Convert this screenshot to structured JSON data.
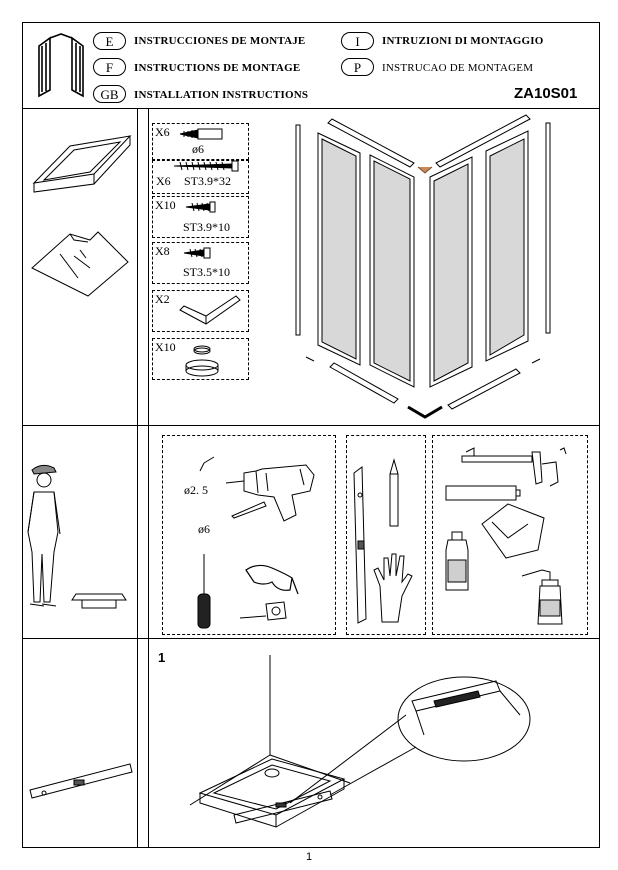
{
  "header": {
    "languages": [
      {
        "code": "E",
        "title": "INSTRUCCIONES DE MONTAJE"
      },
      {
        "code": "F",
        "title": "INSTRUCTIONS DE MONTAGE"
      },
      {
        "code": "GB",
        "title": "INSTALLATION INSTRUCTIONS"
      },
      {
        "code": "I",
        "title": "INTRUZIONI DI MONTAGGIO"
      },
      {
        "code": "P",
        "title": "INSTRUCAO DE MONTAGEM"
      }
    ],
    "model": "ZA10S01"
  },
  "parts": [
    {
      "qty": "X6",
      "spec": "ø6"
    },
    {
      "qty": "X6",
      "spec": "ST3.9*32"
    },
    {
      "qty": "X10",
      "spec": "ST3.9*10"
    },
    {
      "qty": "X8",
      "spec": "ST3.5*10"
    },
    {
      "qty": "X2",
      "spec": ""
    },
    {
      "qty": "X10",
      "spec": ""
    }
  ],
  "tools": {
    "drill_bit_a": "ø2. 5",
    "drill_bit_b": "ø6"
  },
  "step": {
    "number": "1"
  },
  "footer": {
    "page": "1"
  }
}
